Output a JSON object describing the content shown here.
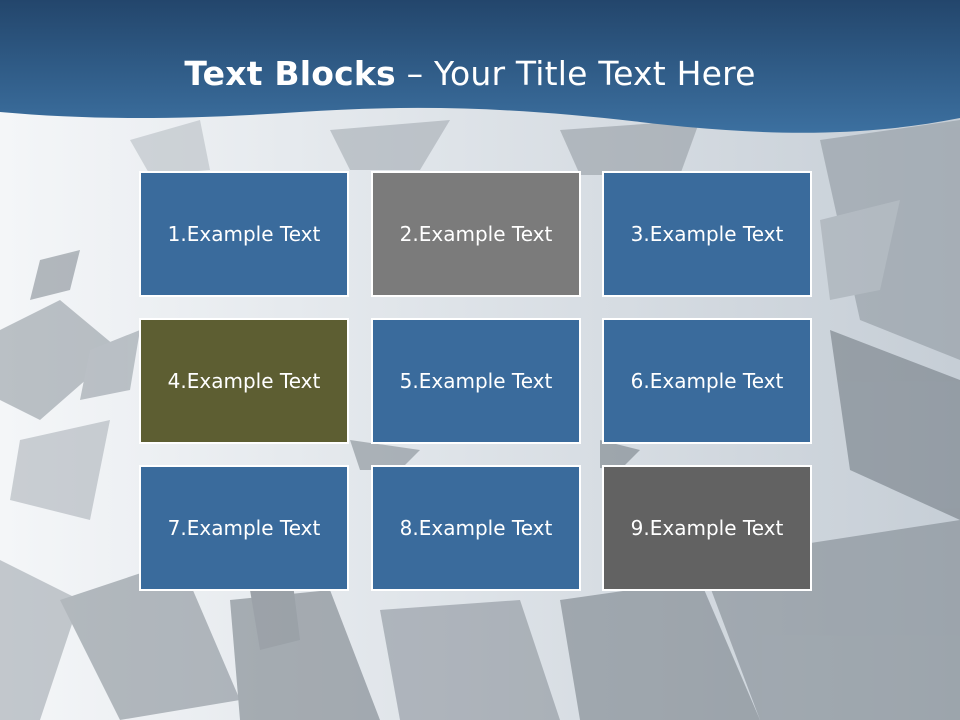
{
  "title": {
    "bold_part": "Text Blocks",
    "separator": " – ",
    "rest": "Your Title Text Here"
  },
  "blocks": [
    {
      "label": "1.Example Text",
      "color": "#3a6b9c"
    },
    {
      "label": "2.Example Text",
      "color": "#7b7b7b"
    },
    {
      "label": "3.Example Text",
      "color": "#3a6b9c"
    },
    {
      "label": "4.Example Text",
      "color": "#5d5e32"
    },
    {
      "label": "5.Example Text",
      "color": "#3a6b9c"
    },
    {
      "label": "6.Example Text",
      "color": "#3a6b9c"
    },
    {
      "label": "7.Example Text",
      "color": "#3a6b9c"
    },
    {
      "label": "8.Example Text",
      "color": "#3a6b9c"
    },
    {
      "label": "9.Example Text",
      "color": "#626262"
    }
  ],
  "colors": {
    "header_top": "#24486e",
    "header_bottom": "#3b6f9e",
    "background": "#e9edf1"
  }
}
